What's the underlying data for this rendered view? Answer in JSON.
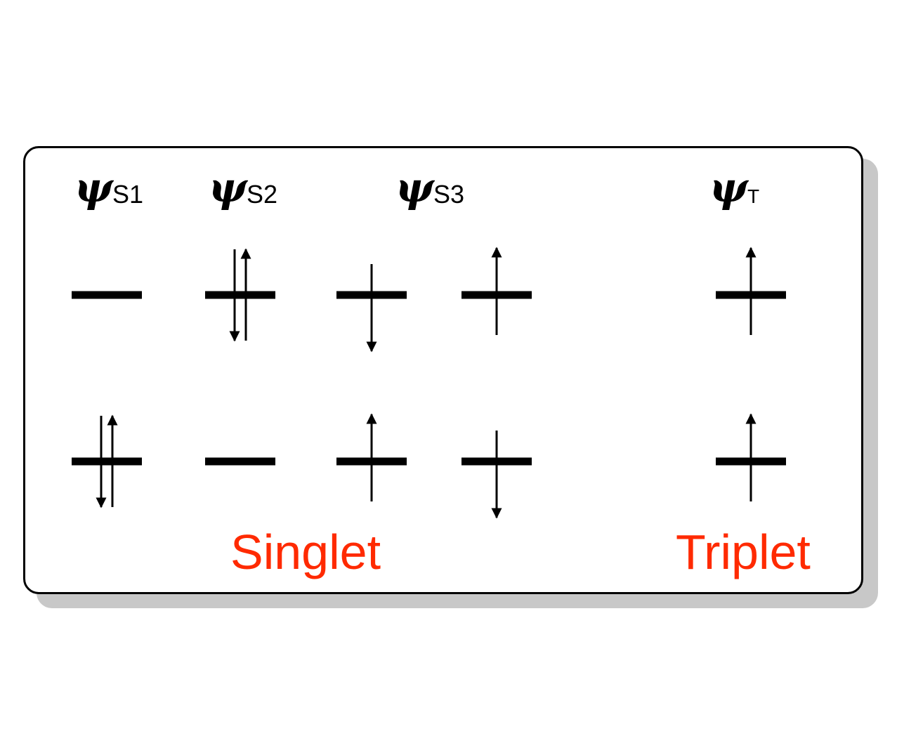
{
  "headers": [
    {
      "symbol": "ψ",
      "subscript": "S1"
    },
    {
      "symbol": "ψ",
      "subscript": "S2"
    },
    {
      "symbol": "ψ",
      "subscript": "S3"
    },
    {
      "symbol": "ψ",
      "subscript": "T"
    }
  ],
  "captions": {
    "singlet": "Singlet",
    "triplet": "Triplet"
  },
  "configurations": [
    {
      "name": "S1",
      "upper": [],
      "lower": [
        "down",
        "up"
      ]
    },
    {
      "name": "S2",
      "upper": [
        "down",
        "up"
      ],
      "lower": []
    },
    {
      "name": "S3a",
      "upper": [
        "down"
      ],
      "lower": [
        "up"
      ]
    },
    {
      "name": "S3b",
      "upper": [
        "up"
      ],
      "lower": [
        "down"
      ]
    },
    {
      "name": "T",
      "upper": [
        "up"
      ],
      "lower": [
        "up"
      ]
    }
  ],
  "colors": {
    "caption": "#ff2a00",
    "line": "#000000"
  }
}
